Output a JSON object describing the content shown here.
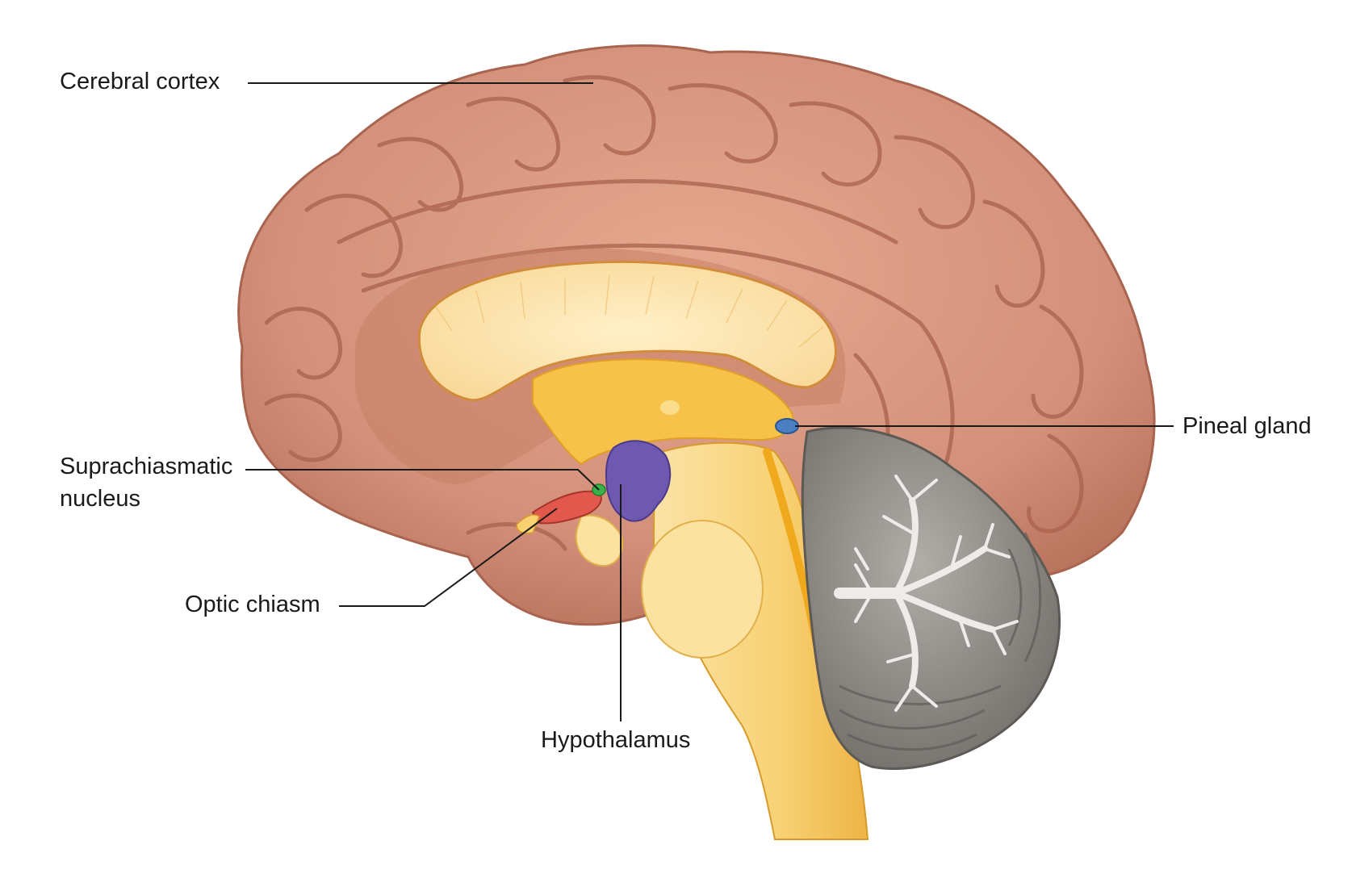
{
  "labels": {
    "cerebral_cortex": "Cerebral cortex",
    "suprachiasmatic_line1": "Suprachiasmatic",
    "suprachiasmatic_line2": "nucleus",
    "optic_chiasm": "Optic chiasm",
    "hypothalamus": "Hypothalamus",
    "pineal_gland": "Pineal gland"
  },
  "colors": {
    "cortex": "#d99a82",
    "cortex_shadow": "#b86f57",
    "cortex_highlight": "#efc0aa",
    "corpus_callosum": "#fbdc9a",
    "brainstem": "#f8d376",
    "ventricle": "#f2b42a",
    "hypothalamus": "#6e58b0",
    "pineal_gland": "#4a7fc4",
    "optic_chiasm": "#e2584c",
    "scn": "#3bb14a",
    "cerebellum_gray": "#8e8b87",
    "cerebellum_white": "#e8e6e2"
  }
}
